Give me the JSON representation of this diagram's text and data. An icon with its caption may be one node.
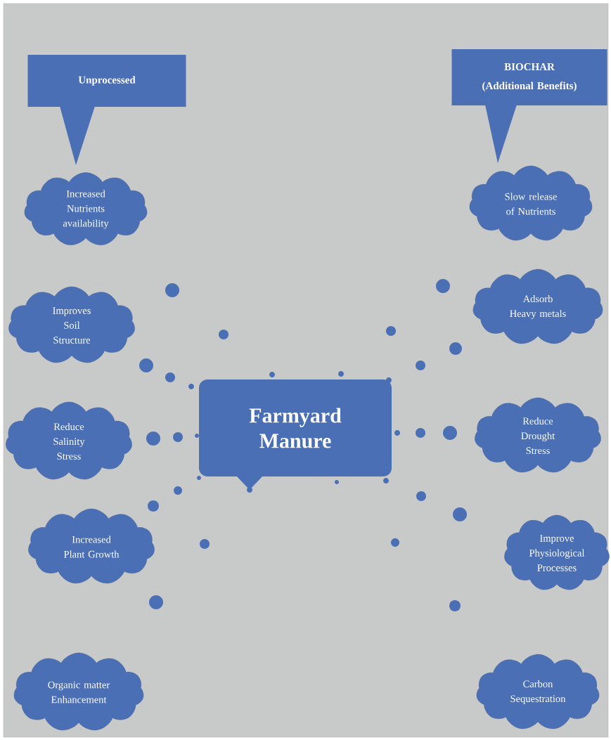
{
  "diagram": {
    "nodes": [
      {
        "text": [
          "Unprocessed"
        ]
      },
      {
        "text": [
          "BIOCHAR",
          "(Additional Benefits)"
        ]
      },
      {
        "text": [
          "Farmyard Manure"
        ]
      },
      {
        "text": [
          "Increased Nutrients availability"
        ]
      },
      {
        "text": [
          "Slow release of Nutrients"
        ]
      },
      {
        "text": [
          "Improves Soil Structure"
        ]
      },
      {
        "text": [
          "Adsorb Heavy metals"
        ]
      },
      {
        "text": [
          "Reduce Salinity Stress"
        ]
      },
      {
        "text": [
          "Reduce Drought Stress"
        ]
      },
      {
        "text": [
          "Increased Plant Growth"
        ]
      },
      {
        "text": [
          "Improve Physiological Processes"
        ]
      },
      {
        "text": [
          "Organic matter Enhancement"
        ]
      },
      {
        "text": [
          "Carbon Sequestration"
        ]
      }
    ]
  }
}
